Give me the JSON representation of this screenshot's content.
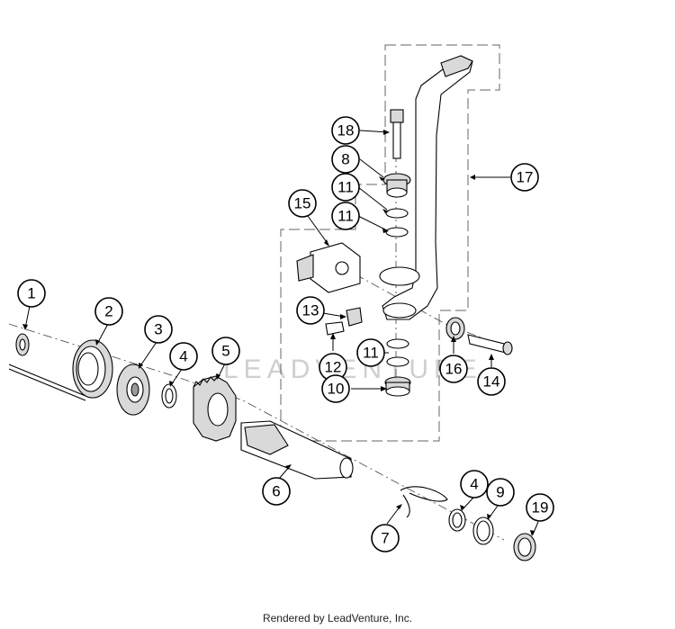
{
  "diagram": {
    "callouts": [
      {
        "id": "1",
        "label": "1"
      },
      {
        "id": "2",
        "label": "2"
      },
      {
        "id": "3",
        "label": "3"
      },
      {
        "id": "4a",
        "label": "4"
      },
      {
        "id": "5",
        "label": "5"
      },
      {
        "id": "6",
        "label": "6"
      },
      {
        "id": "7",
        "label": "7"
      },
      {
        "id": "4b",
        "label": "4"
      },
      {
        "id": "9",
        "label": "9"
      },
      {
        "id": "19",
        "label": "19"
      },
      {
        "id": "18",
        "label": "18"
      },
      {
        "id": "8",
        "label": "8"
      },
      {
        "id": "11a",
        "label": "11"
      },
      {
        "id": "11b",
        "label": "11"
      },
      {
        "id": "15",
        "label": "15"
      },
      {
        "id": "17",
        "label": "17"
      },
      {
        "id": "13",
        "label": "13"
      },
      {
        "id": "11c",
        "label": "11"
      },
      {
        "id": "12",
        "label": "12"
      },
      {
        "id": "10",
        "label": "10"
      },
      {
        "id": "16",
        "label": "16"
      },
      {
        "id": "14",
        "label": "14"
      }
    ],
    "watermark": "LEADVENTURE",
    "colors": {
      "line": "#000000",
      "shade": "#d9d9d9",
      "watermark": "#cfcfcf"
    }
  },
  "footer": {
    "text": "Rendered by LeadVenture, Inc."
  }
}
